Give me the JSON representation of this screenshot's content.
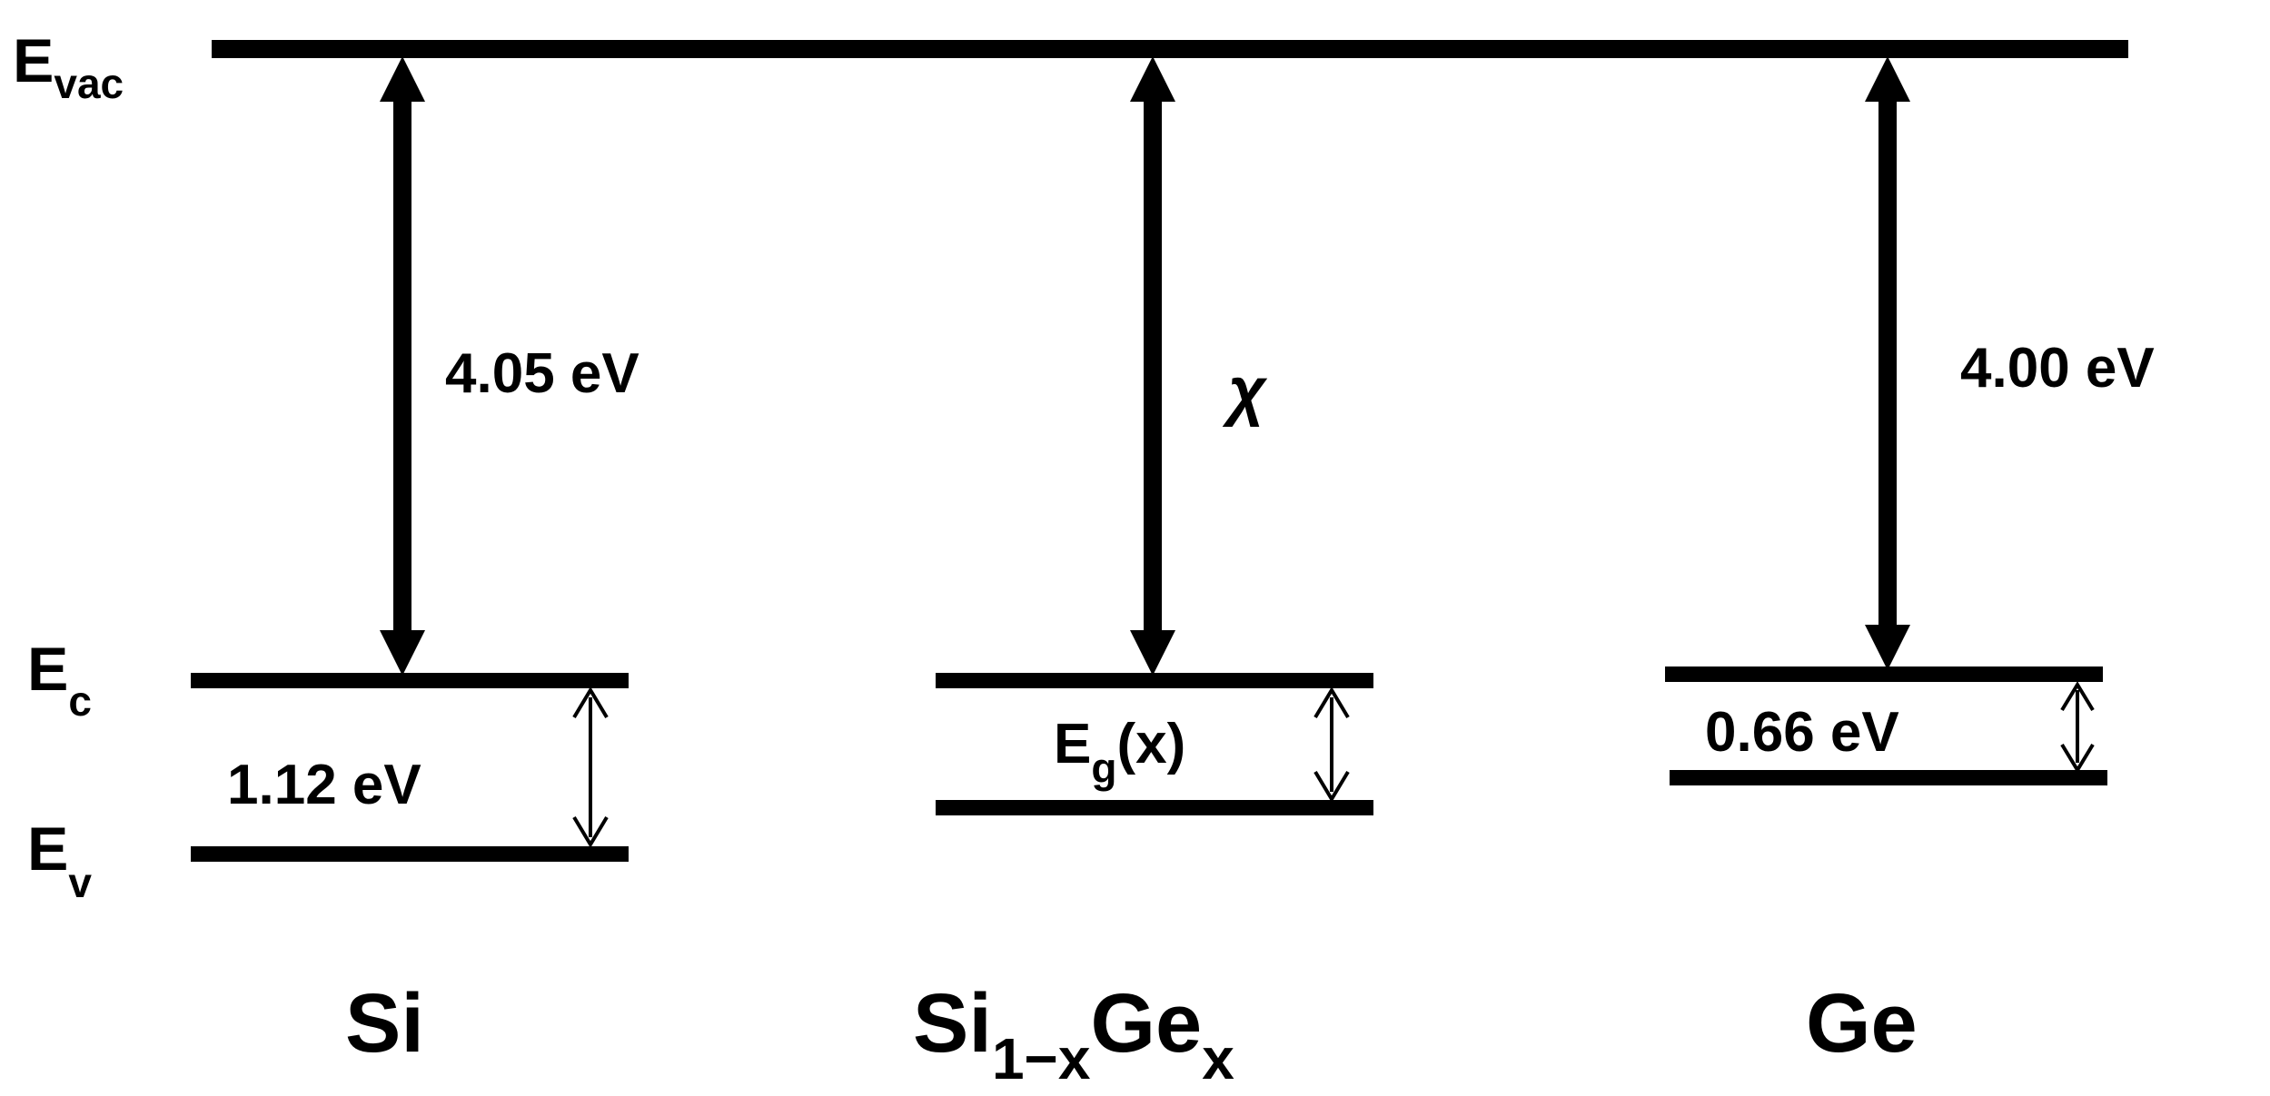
{
  "colors": {
    "line": "#000000",
    "background": "#ffffff"
  },
  "levels": {
    "vacuum": {
      "main": "E",
      "sub": "vac"
    },
    "conduction": {
      "main": "E",
      "sub": "c"
    },
    "valence": {
      "main": "E",
      "sub": "v"
    }
  },
  "materials": {
    "si": {
      "name": "Si",
      "affinity": "4.05 eV",
      "bandgap": "1.12 eV"
    },
    "sige": {
      "name_main": "Si",
      "name_sub1": "1−x",
      "name_main2": "Ge",
      "name_sub2": "x",
      "affinity": "χ",
      "bandgap_main": "E",
      "bandgap_sub": "g",
      "bandgap_arg": "(x)"
    },
    "ge": {
      "name": "Ge",
      "affinity": "4.00 eV",
      "bandgap": "0.66 eV"
    }
  }
}
